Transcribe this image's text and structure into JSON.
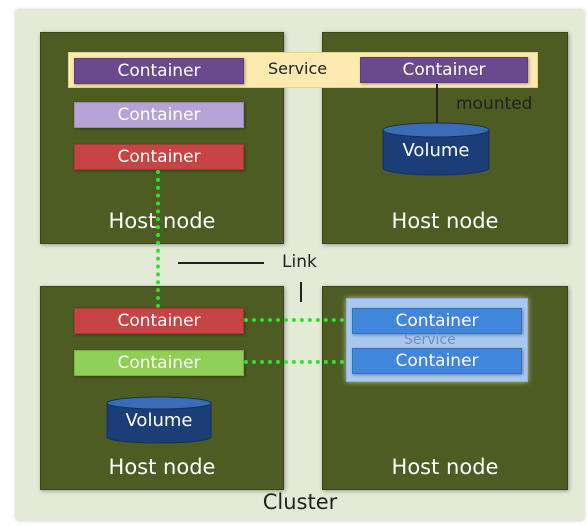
{
  "cluster": {
    "label": "Cluster"
  },
  "nodes": [
    {
      "label": "Host node"
    },
    {
      "label": "Host node"
    },
    {
      "label": "Host node"
    },
    {
      "label": "Host node"
    }
  ],
  "service_top": {
    "label": "Service",
    "left_container": "Container",
    "right_container": "Container"
  },
  "node1": {
    "container_lavender": "Container",
    "container_red": "Container"
  },
  "node2": {
    "mounted_label": "mounted",
    "volume": "Volume"
  },
  "link": {
    "label": "Link"
  },
  "node3": {
    "container_red": "Container",
    "container_green": "Container",
    "volume": "Volume"
  },
  "service_bottom": {
    "label": "Service",
    "container_top": "Container",
    "container_bottom": "Container"
  },
  "colors": {
    "node": "#4d5c22",
    "cluster": "#e3ead6",
    "purple": "#6a4a8c",
    "lavender": "#b5a3d6",
    "red": "#c74444",
    "green": "#8ecf56",
    "blue": "#3f86dc",
    "volume": "#1c3e78",
    "link_dots": "#35e02c",
    "service_yellow": "#fdeab0",
    "service_blue": "#a9c8ee"
  }
}
